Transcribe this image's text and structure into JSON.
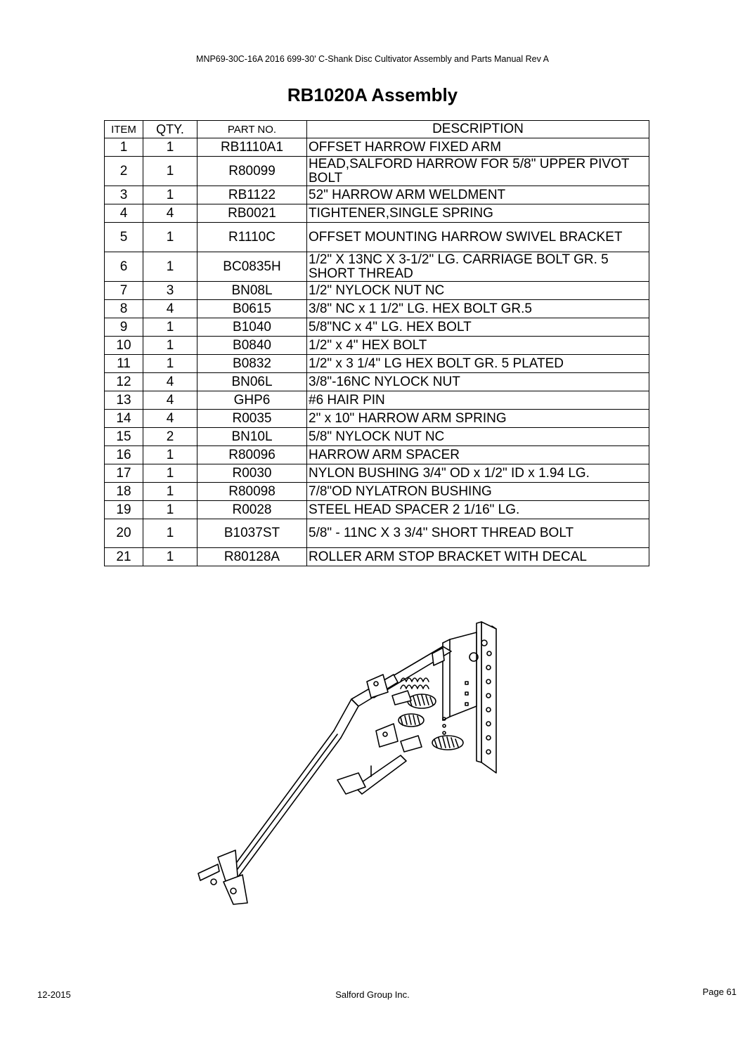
{
  "header": {
    "manual_title": "MNP69-30C-16A 2016 699-30' C-Shank Disc Cultivator Assembly and Parts Manual Rev A"
  },
  "title": "RB1020A Assembly",
  "table": {
    "headers": {
      "item": "ITEM",
      "qty": "QTY.",
      "part_no": "PART NO.",
      "description": "DESCRIPTION"
    },
    "rows": [
      {
        "item": "1",
        "qty": "1",
        "part_no": "RB1110A1",
        "description": "OFFSET HARROW FIXED ARM"
      },
      {
        "item": "2",
        "qty": "1",
        "part_no": "R80099",
        "description": "HEAD,SALFORD HARROW FOR 5/8\" UPPER PIVOT BOLT"
      },
      {
        "item": "3",
        "qty": "1",
        "part_no": "RB1122",
        "description": "52\" HARROW ARM WELDMENT"
      },
      {
        "item": "4",
        "qty": "4",
        "part_no": "RB0021",
        "description": "TIGHTENER,SINGLE SPRING"
      },
      {
        "item": "5",
        "qty": "1",
        "part_no": "R1110C",
        "description": "OFFSET MOUNTING HARROW SWIVEL BRACKET"
      },
      {
        "item": "6",
        "qty": "1",
        "part_no": "BC0835H",
        "description": "1/2\" X 13NC X 3-1/2\" LG. CARRIAGE BOLT GR. 5 SHORT THREAD"
      },
      {
        "item": "7",
        "qty": "3",
        "part_no": "BN08L",
        "description": "1/2\" NYLOCK NUT NC"
      },
      {
        "item": "8",
        "qty": "4",
        "part_no": "B0615",
        "description": "3/8\" NC x 1 1/2\" LG. HEX BOLT GR.5"
      },
      {
        "item": "9",
        "qty": "1",
        "part_no": "B1040",
        "description": "5/8\"NC x 4\" LG. HEX BOLT"
      },
      {
        "item": "10",
        "qty": "1",
        "part_no": "B0840",
        "description": "1/2\" x 4\" HEX BOLT"
      },
      {
        "item": "11",
        "qty": "1",
        "part_no": "B0832",
        "description": "1/2\" x 3 1/4\" LG HEX BOLT GR. 5 PLATED"
      },
      {
        "item": "12",
        "qty": "4",
        "part_no": "BN06L",
        "description": "3/8\"-16NC NYLOCK NUT"
      },
      {
        "item": "13",
        "qty": "4",
        "part_no": "GHP6",
        "description": "#6 HAIR PIN"
      },
      {
        "item": "14",
        "qty": "4",
        "part_no": "R0035",
        "description": "2\" x 10\" HARROW ARM SPRING"
      },
      {
        "item": "15",
        "qty": "2",
        "part_no": "BN10L",
        "description": "5/8\" NYLOCK NUT NC"
      },
      {
        "item": "16",
        "qty": "1",
        "part_no": "R80096",
        "description": "HARROW ARM SPACER"
      },
      {
        "item": "17",
        "qty": "1",
        "part_no": "R0030",
        "description": "NYLON BUSHING 3/4\" OD x 1/2\" ID x 1.94 LG."
      },
      {
        "item": "18",
        "qty": "1",
        "part_no": "R80098",
        "description": "7/8\"OD NYLATRON BUSHING"
      },
      {
        "item": "19",
        "qty": "1",
        "part_no": "R0028",
        "description": "STEEL HEAD SPACER 2 1/16\" LG."
      },
      {
        "item": "20",
        "qty": "1",
        "part_no": "B1037ST",
        "description": "5/8\" - 11NC X 3 3/4\" SHORT THREAD BOLT"
      },
      {
        "item": "21",
        "qty": "1",
        "part_no": "R80128A",
        "description": "ROLLER ARM STOP BRACKET WITH DECAL"
      }
    ]
  },
  "footer": {
    "date": "12-2015",
    "company": "Salford Group Inc.",
    "page": "Page 61"
  }
}
